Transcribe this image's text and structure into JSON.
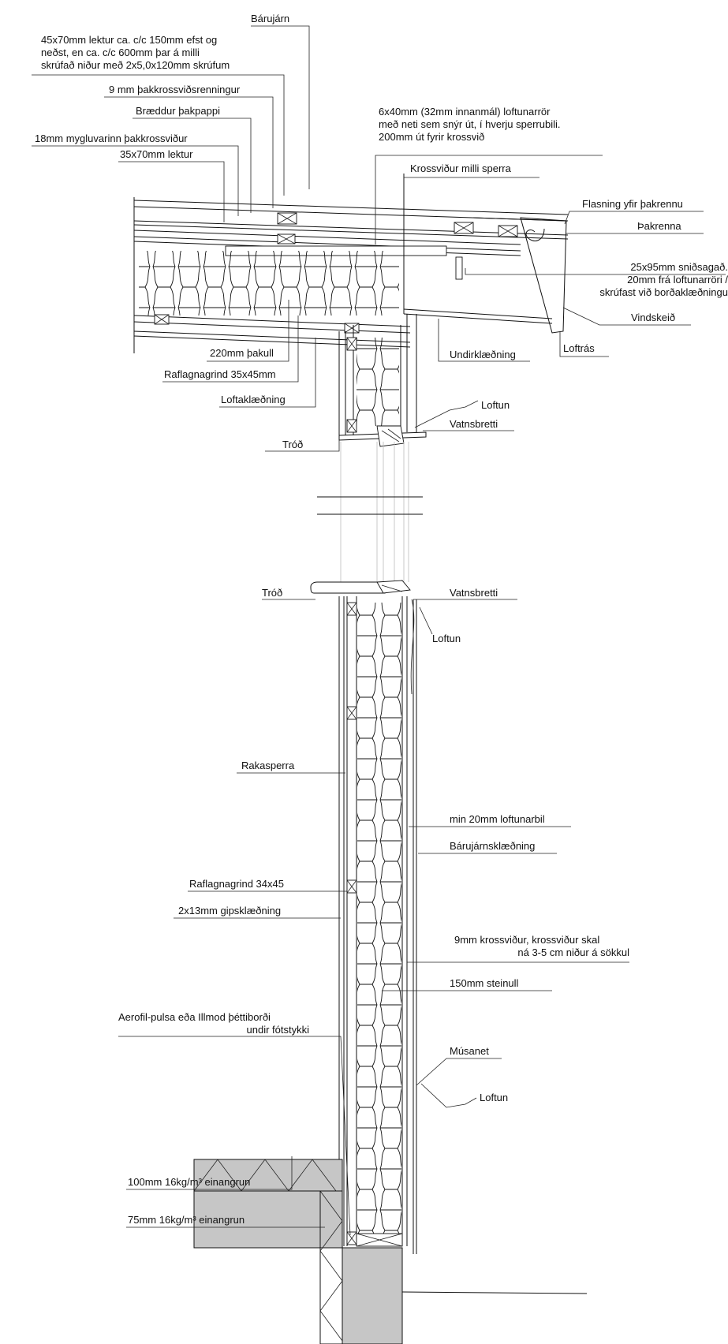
{
  "labels": {
    "barujarn": "Bárujárn",
    "lektur_note_1": "45x70mm lektur ca. c/c 150mm efst og",
    "lektur_note_2": "neðst, en ca. c/c 600mm þar á milli",
    "lektur_note_3": "skrúfað niður með 2x5,0x120mm skrúfum",
    "renningur": "9 mm þakkrossviðsrenningur",
    "thakpappi": "Bræddur þakpappi",
    "thakkrossvidur": "18mm mygluvarinn þakkrossviður",
    "lektur_35x70": "35x70mm lektur",
    "loftunarror_1": "6x40mm (32mm innanmál) loftunarrör",
    "loftunarror_2": "með neti sem snýr út, í hverju sperrubili.",
    "loftunarror_3": "200mm út fyrir krossvið",
    "krossvidur_milli": "Krossviður milli sperra",
    "flasning": "Flasning yfir þakrennu",
    "thakrenna": "Þakrenna",
    "snidsagad_1": "25x95mm sniðsagað.",
    "snidsagad_2": "20mm frá loftunarröri /",
    "snidsagad_3": "skrúfast við borðaklæðningu",
    "vindskeid": "Vindskeið",
    "loftras": "Loftrás",
    "undirklaedning": "Undirklæðning",
    "thakull": "220mm þakull",
    "raflagnagrind_roof": "Raflagnagrind 35x45mm",
    "loftklaedning": "Loftaklæðning",
    "loftun_top": "Loftun",
    "vatnsbretti_top": "Vatnsbretti",
    "trod_top": "Tróð",
    "trod_mid": "Tróð",
    "vatnsbretti_mid": "Vatnsbretti",
    "loftun_mid": "Loftun",
    "rakasperra": "Rakasperra",
    "loftunarbil": "min 20mm loftunarbil",
    "barujarnsklaedning": "Bárujárnsklæðning",
    "raflagnagrind_wall": "Raflagnagrind 34x45",
    "gipsklaedning": "2x13mm gipsklæðning",
    "krossvidur_9mm_1": "9mm krossviður, krossviður skal",
    "krossvidur_9mm_2": "ná 3-5 cm niður á sökkul",
    "steinull": "150mm steinull",
    "aerofil_1": "Aerofil-pulsa eða Illmod þéttiborði",
    "aerofil_2": "undir fótstykki",
    "musanet": "Músanet",
    "loftun_bottom": "Loftun",
    "einangrun_100": "100mm 16kg/m³ einangrun",
    "einangrun_75": "75mm 16kg/m³ einangrun"
  },
  "colors": {
    "line": "#111111",
    "concrete": "#c6c6c6",
    "background": "#ffffff"
  }
}
